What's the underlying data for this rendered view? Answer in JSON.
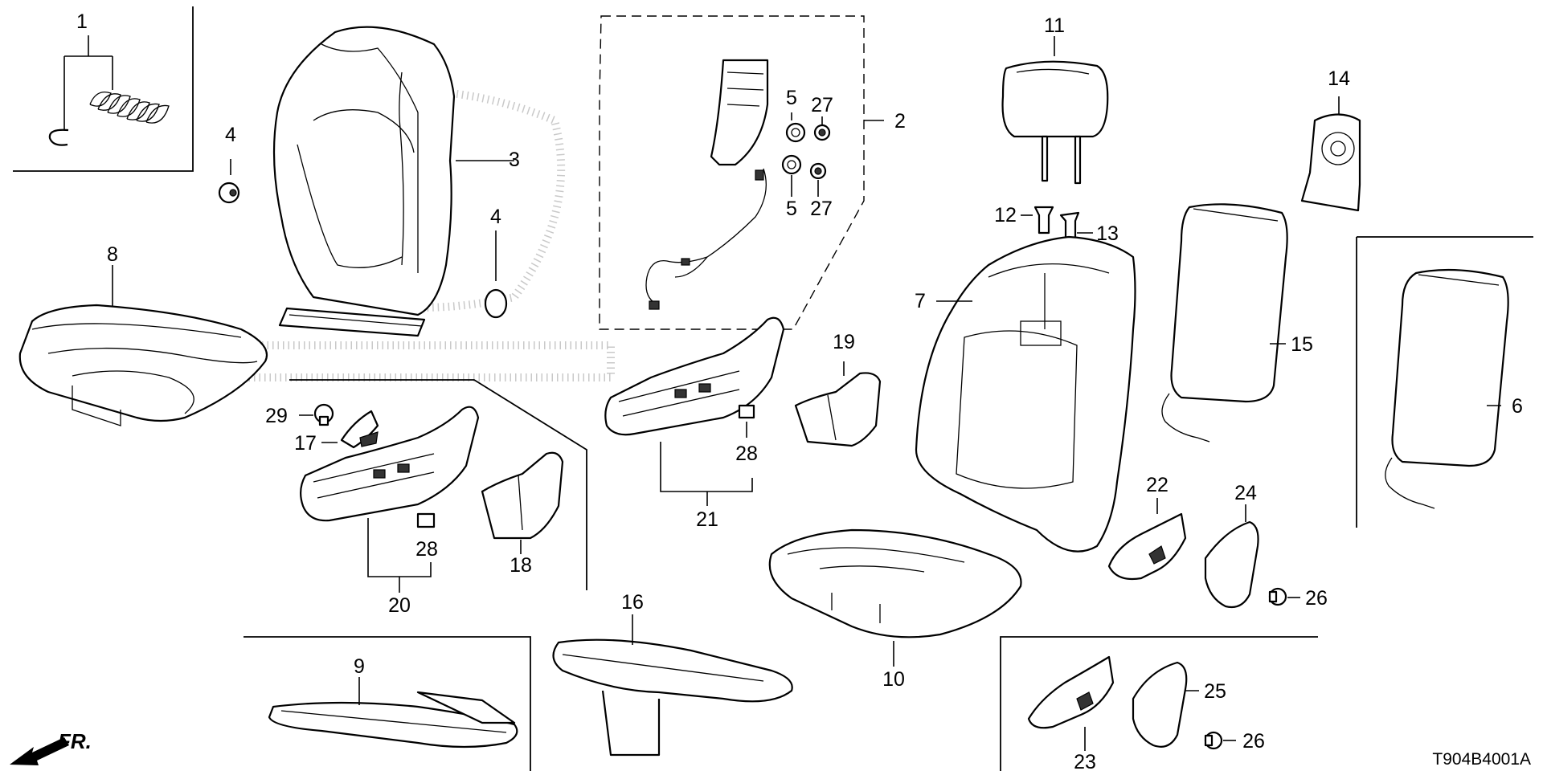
{
  "diagram_code": "T904B4001A",
  "direction_label": "FR.",
  "callouts": [
    "1",
    "2",
    "3",
    "4",
    "4",
    "5",
    "5",
    "6",
    "7",
    "8",
    "9",
    "10",
    "11",
    "12",
    "13",
    "14",
    "15",
    "16",
    "17",
    "18",
    "19",
    "20",
    "21",
    "22",
    "23",
    "24",
    "25",
    "26",
    "26",
    "27",
    "27",
    "28",
    "28",
    "29"
  ]
}
